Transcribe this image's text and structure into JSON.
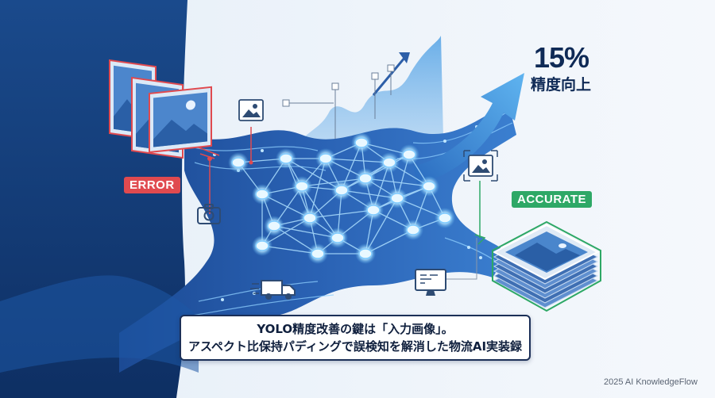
{
  "labels": {
    "error_badge": "ERROR",
    "accurate_badge": "ACCURATE"
  },
  "stat": {
    "percent": "15%",
    "label": "精度向上"
  },
  "caption": {
    "line1": "YOLO精度改善の鍵は「入力画像」。",
    "line2": "アスペクト比保持パディングで誤検知を解消した物流AI実装録"
  },
  "footer": {
    "credit": "2025 AI KnowledgeFlow"
  },
  "colors": {
    "left_panel": "#123c7a",
    "background": "#eef4fa",
    "flow": "#1f4f9a",
    "error": "#e04a4f",
    "accurate": "#2ea866",
    "text_dark": "#0f2a56"
  },
  "icons": [
    "image-icon",
    "camera-icon",
    "truck-icon",
    "monitor-icon",
    "trend-arrow-icon",
    "neural-network-graph"
  ]
}
